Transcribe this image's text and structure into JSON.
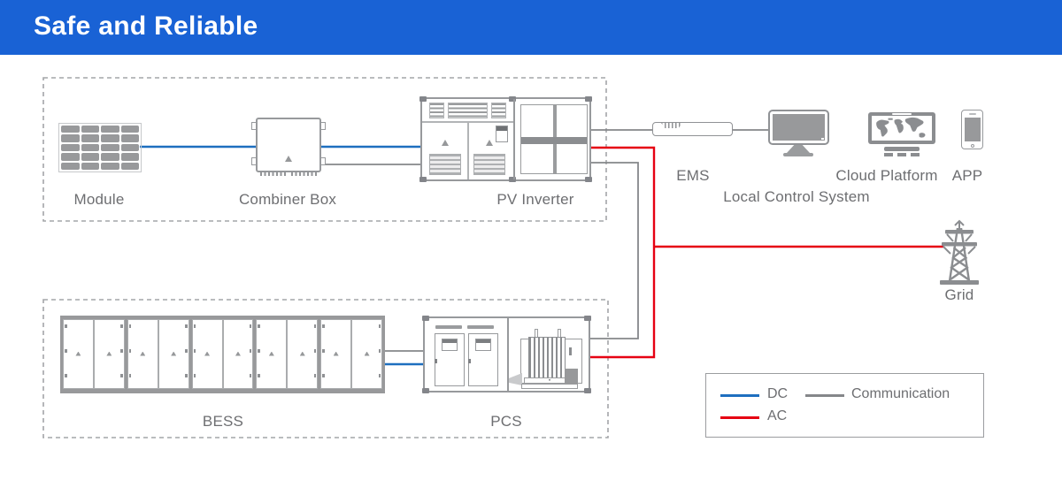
{
  "header": {
    "title": "Safe and Reliable",
    "bg_color": "#1962d5"
  },
  "diagram": {
    "pv_group": {
      "module_label": "Module",
      "combiner_label": "Combiner Box",
      "inverter_label": "PV Inverter"
    },
    "storage_group": {
      "bess_label": "BESS",
      "pcs_label": "PCS"
    },
    "monitoring": {
      "ems_label": "EMS",
      "local_control_label": "Local Control System",
      "cloud_label": "Cloud Platform",
      "app_label": "APP"
    },
    "grid_label": "Grid"
  },
  "legend": {
    "dc_label": "DC",
    "ac_label": "AC",
    "comm_label": "Communication",
    "dc_color": "#1e6fbf",
    "ac_color": "#e60012",
    "comm_color": "#85878a"
  },
  "icons": {
    "module": "solar-panel-grid",
    "combiner": "combiner-box-cabinet",
    "pv_inverter": "inverter-cabinet",
    "ems": "ems-controller-box",
    "local_control": "desktop-monitor",
    "cloud_platform": "monitor-with-world-map",
    "app": "smartphone",
    "grid": "transmission-tower",
    "bess": "battery-container",
    "pcs": "pcs-transformer-cabinet"
  }
}
